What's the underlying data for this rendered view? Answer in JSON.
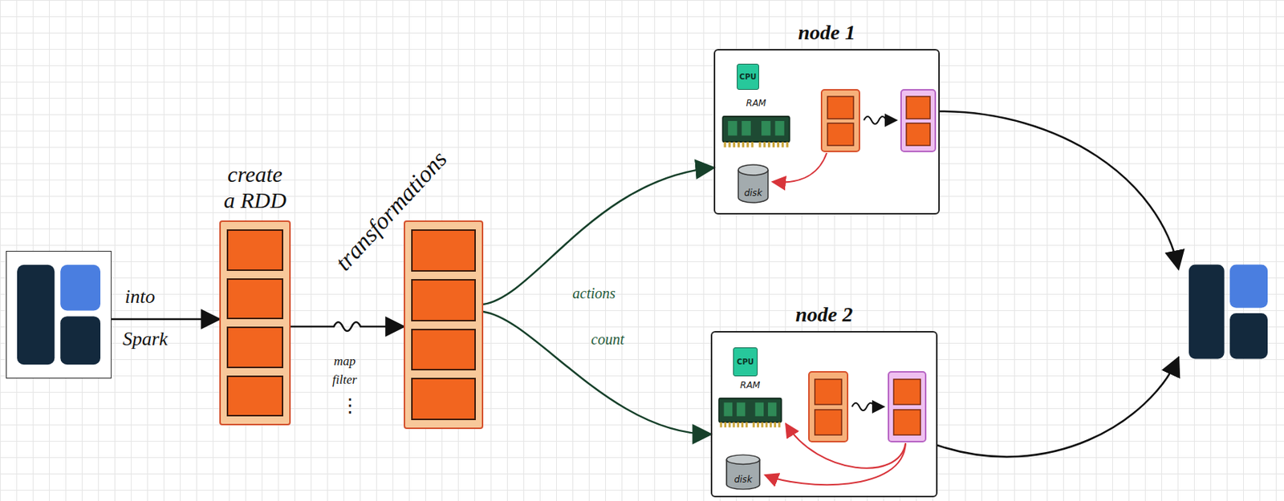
{
  "diagram": {
    "nodes": [
      {
        "text": []
      },
      {
        "text": [
          "create a RDD"
        ]
      },
      {
        "text": []
      },
      {
        "text": [
          "node 1"
        ]
      },
      {
        "text": [
          "CPU"
        ],
        "in": 3
      },
      {
        "text": [
          "RAM"
        ],
        "in": 3
      },
      {
        "text": [
          "disk"
        ],
        "in": 3
      },
      {
        "text": [
          "node 2"
        ]
      },
      {
        "text": [
          "CPU"
        ],
        "in": 7
      },
      {
        "text": [
          "RAM"
        ],
        "in": 7
      },
      {
        "text": [
          "disk"
        ],
        "in": 7
      },
      {
        "text": []
      }
    ],
    "edges": [
      {
        "from": 0,
        "to": 1,
        "arrow": "to",
        "label": "into"
      },
      {
        "from": 1,
        "to": 2,
        "arrow": "to",
        "label": "transformations"
      },
      {
        "from": 2,
        "to": 3,
        "arrow": "to",
        "label": "actions"
      },
      {
        "from": 2,
        "to": 7,
        "arrow": "to",
        "label": "count"
      },
      {
        "from": 3,
        "to": 11,
        "arrow": "to"
      },
      {
        "from": 7,
        "to": 11,
        "arrow": "to"
      }
    ],
    "labels": [
      "Spark",
      "map",
      "filter",
      "⋮"
    ]
  }
}
